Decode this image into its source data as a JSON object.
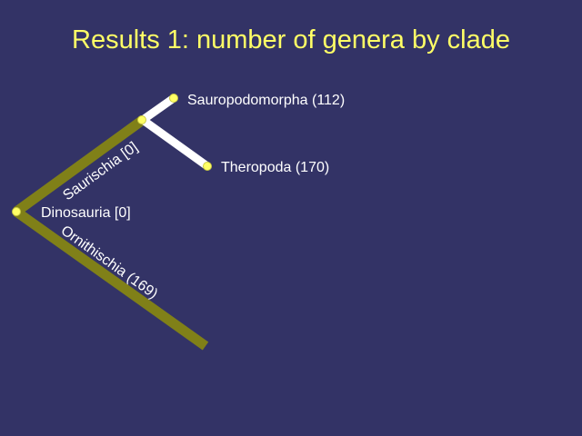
{
  "title": "Results 1: number of genera by clade",
  "colors": {
    "background": "#333366",
    "title": "#ffff66",
    "label": "#ffffff",
    "branch_ornithischia": "#808018",
    "branch_saurischia": "#808018",
    "branch_sauropodomorpha": "#ffffff",
    "branch_theropoda": "#ffffff",
    "node_fill": "#ffff66"
  },
  "tree": {
    "root": "Dinosauria [0]",
    "branches": {
      "saurischia": "Saurischia [0]",
      "ornithischia": "Ornithischia (169)"
    },
    "leaves": {
      "sauropodomorpha": "Sauropodomorpha (112)",
      "theropoda": "Theropoda (170)"
    }
  }
}
